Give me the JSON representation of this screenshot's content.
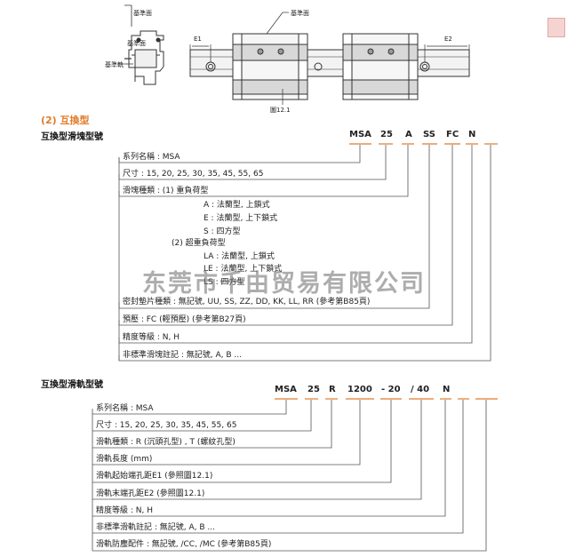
{
  "figure": {
    "labels": {
      "ref_surface_top": "基準面",
      "ref_surface_left": "基準面",
      "ref_rail": "基準軌",
      "ref_surface_right": "基準面",
      "e1": "E1",
      "e2": "E2"
    },
    "caption": "圖12.1"
  },
  "section_title": "(2) 互換型",
  "block_part": {
    "heading": "互換型滑塊型號",
    "code_parts": [
      "MSA",
      "25",
      "A",
      "SS",
      "FC",
      "N"
    ],
    "lines": {
      "series": "系列名稱 : MSA",
      "size": "尺寸 : 15, 20, 25, 30, 35, 45, 55, 65",
      "type": "滑塊種類 : (1) 重負荷型",
      "a": "A : 法蘭型, 上鎖式",
      "e": "E : 法蘭型, 上下鎖式",
      "s": "S : 四方型",
      "heavy2": "(2) 超重負荷型",
      "la": "LA : 法蘭型, 上鎖式",
      "le": "LE : 法蘭型, 上下鎖式",
      "ls": "LS : 四方型",
      "seal": "密封墊片種類 : 無記號, UU, SS, ZZ, DD, KK, LL, RR (參考第B85頁)",
      "preload": "預壓 : FC (輕預壓) (參考第B27頁)",
      "precision": "精度等級 : N, H",
      "nonstd": "非標準滑塊註記 : 無記號, A, B ..."
    }
  },
  "rail_part": {
    "heading": "互換型滑軌型號",
    "code_parts": [
      "MSA",
      "25",
      "R",
      "1200",
      "- 20",
      "/ 40",
      "N"
    ],
    "lines": {
      "series": "系列名稱 : MSA",
      "size": "尺寸 : 15, 20, 25, 30, 35, 45, 55, 65",
      "type": "滑軌種類 : R (沉頭孔型) , T (螺紋孔型)",
      "length": "滑軌長度 (mm)",
      "e1": "滑軌起始端孔距E1 (參照圖12.1)",
      "e2": "滑軌末端孔距E2 (參照圖12.1)",
      "precision": "精度等級 : N, H",
      "nonstd": "非標準滑軌註記 : 無記號, A, B ...",
      "dust": "滑軌防塵配件 : 無記號, /CC, /MC (參考第B85頁)"
    }
  },
  "watermark": "东莞市千由贸易有限公司",
  "colors": {
    "accent": "#e07b2a",
    "line": "#555555",
    "dash": "#e07b2a"
  },
  "icons": {
    "corner": "close-window-icon"
  }
}
